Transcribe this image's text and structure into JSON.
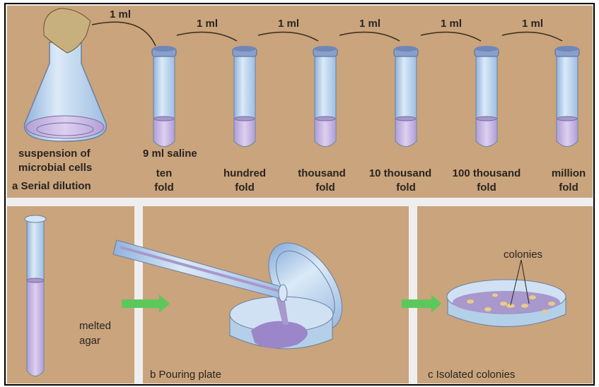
{
  "colors": {
    "background": "#c9a47c",
    "glass": "#b8d4ec",
    "liquid": "#c8b8e4",
    "arrow": "#5cc85c",
    "text": "#2a2420"
  },
  "panel_a": {
    "transfer_labels": [
      "1 ml",
      "1 ml",
      "1 ml",
      "1 ml",
      "1 ml",
      "1 ml"
    ],
    "flask_label_line1": "suspension of",
    "flask_label_line2": "microbial cells",
    "saline_label": "9 ml saline",
    "caption": "a  Serial dilution",
    "tubes": [
      {
        "line1": "ten",
        "line2": "fold"
      },
      {
        "line1": "hundred",
        "line2": "fold"
      },
      {
        "line1": "thousand",
        "line2": "fold"
      },
      {
        "line1": "10 thousand",
        "line2": "fold"
      },
      {
        "line1": "100 thousand",
        "line2": "fold"
      },
      {
        "line1": "million",
        "line2": "fold"
      }
    ]
  },
  "panel_b": {
    "agar_line1": "melted",
    "agar_line2": "agar",
    "caption": "b  Pouring plate"
  },
  "panel_c": {
    "colonies_label": "colonies",
    "caption": "c  Isolated colonies"
  }
}
